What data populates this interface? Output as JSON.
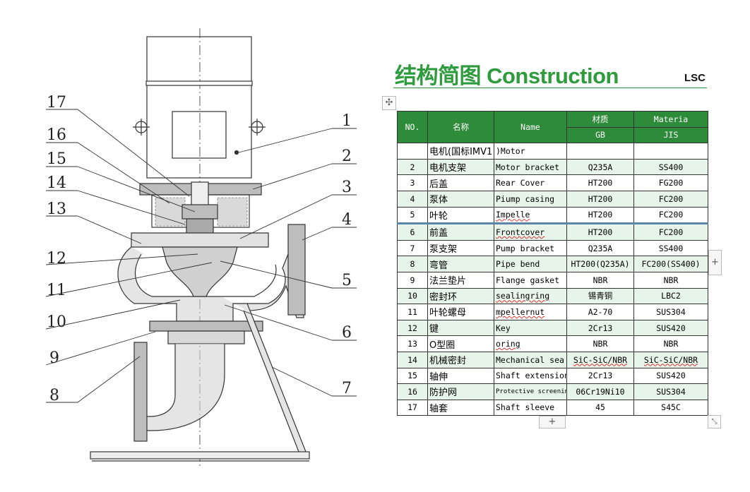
{
  "title": {
    "main": "结构简图 Construction",
    "brand": "LSC"
  },
  "drawing": {
    "callouts_left": [
      "17",
      "16",
      "15",
      "14",
      "13",
      "12",
      "11",
      "10",
      "9",
      "8"
    ],
    "callouts_right": [
      "1",
      "2",
      "3",
      "4",
      "5",
      "6",
      "7"
    ]
  },
  "table": {
    "headers": {
      "no": "NO.",
      "name_cn": "名称",
      "name_en": "Name",
      "material_cn": "材质",
      "material_en": "Materia",
      "gb": "GB",
      "jis": "JIS"
    },
    "rows": [
      {
        "no": "",
        "cn": "电机(国标IMV1",
        "en": ")Motor",
        "gb": "",
        "jis": ""
      },
      {
        "no": "2",
        "cn": "电机支架",
        "en": "Motor bracket",
        "gb": "Q235A",
        "jis": "SS400"
      },
      {
        "no": "3",
        "cn": "后盖",
        "en": "Rear Cover",
        "gb": "HT200",
        "jis": "FG200"
      },
      {
        "no": "4",
        "cn": "泵体",
        "en": "Piump casing",
        "gb": "HT200",
        "jis": "FC200"
      },
      {
        "no": "5",
        "cn": "叶轮",
        "en": "Impelle",
        "gb": "HT200",
        "jis": "FC200"
      },
      {
        "no": "6",
        "cn": "前盖",
        "en": "Frontcover",
        "gb": "HT200",
        "jis": "FC200"
      },
      {
        "no": "7",
        "cn": "泵支架",
        "en": "Pump bracket",
        "gb": "Q235A",
        "jis": "SS400"
      },
      {
        "no": "8",
        "cn": "弯管",
        "en": "Pipe bend",
        "gb": "HT200(Q235A)",
        "jis": "FC200(SS400)"
      },
      {
        "no": "9",
        "cn": "法兰垫片",
        "en": "Flange gasket",
        "gb": "NBR",
        "jis": "NBR"
      },
      {
        "no": "10",
        "cn": "密封环",
        "en": "sealingring",
        "gb": "锡青铜",
        "jis": "LBC2"
      },
      {
        "no": "11",
        "cn": "叶轮螺母",
        "en": "mpellernut",
        "gb": "A2-70",
        "jis": "SUS304"
      },
      {
        "no": "12",
        "cn": "键",
        "en": "Key",
        "gb": "2Cr13",
        "jis": "SUS420"
      },
      {
        "no": "13",
        "cn": "O型圈",
        "en": "oring",
        "gb": "NBR",
        "jis": "NBR"
      },
      {
        "no": "14",
        "cn": "机械密封",
        "en": "Mechanical sea",
        "gb": "SiC-SiC/NBR",
        "jis": "SiC-SiC/NBR"
      },
      {
        "no": "15",
        "cn": "轴伸",
        "en": "Shaft extension",
        "gb": "2Cr13",
        "jis": "SUS420"
      },
      {
        "no": "16",
        "cn": "防护网",
        "en": "Protective screening",
        "gb": "06Cr19Ni10",
        "jis": "SUS304"
      },
      {
        "no": "17",
        "cn": "轴套",
        "en": "Shaft sleeve",
        "gb": "45",
        "jis": "S45C"
      }
    ]
  },
  "controls": {
    "add_row": "+",
    "add_column": "+",
    "move": "✣",
    "resize": "⤡"
  },
  "colors": {
    "accent_green": "#2e8b3a",
    "row_tint": "#e7f4ea",
    "separator_blue": "#5a86a8"
  }
}
